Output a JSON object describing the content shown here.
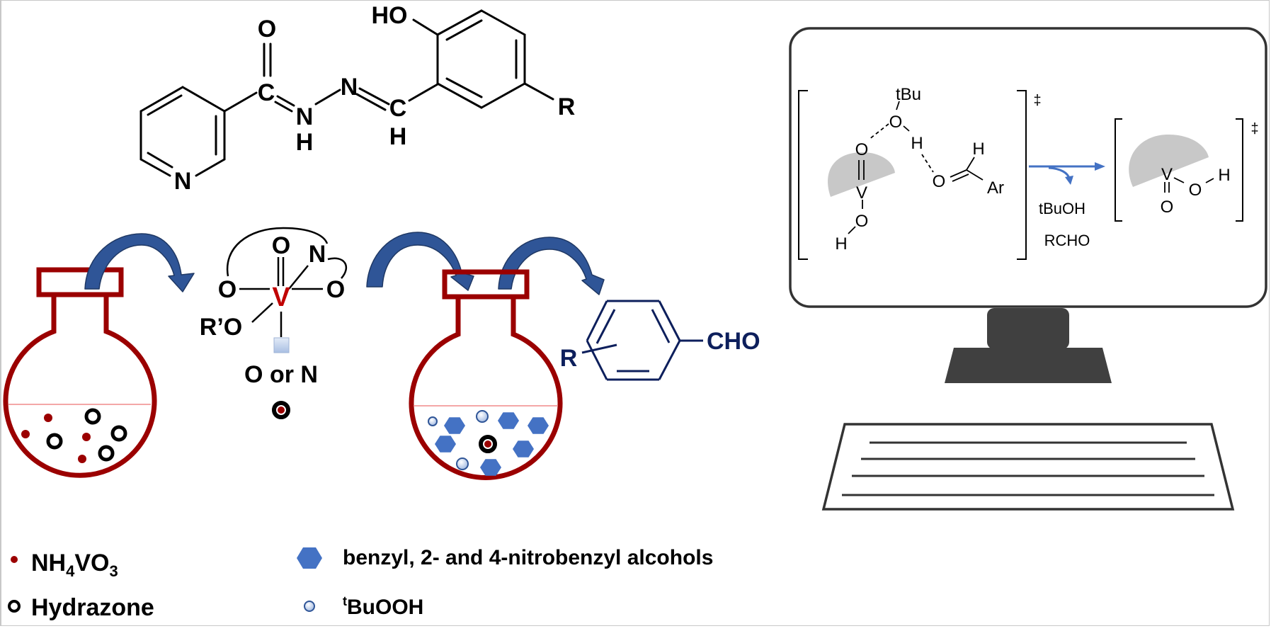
{
  "figure": {
    "title": "Vanadium–hydrazone catalysed oxidation of benzyl alcohols",
    "colors": {
      "flask": "#9b0000",
      "arrow_fill": "#2f5597",
      "arrow_stroke": "#1f3864",
      "product": "#0d1f5c",
      "alcohol_hex": "#4472c4",
      "peroxide_fill": "#bdd0ee",
      "vanadium": "#c00000",
      "monitor": "#333333",
      "screen_arrow": "#4472c4",
      "shade": "#c8c8c8"
    }
  },
  "hydrazone": {
    "O_carbonyl": "O",
    "C_carbonyl": "C",
    "N_amide": "N",
    "H_amide": "H",
    "N_imine": "N",
    "C_imine": "C",
    "H_imine": "H",
    "HO": "HO",
    "R": "R",
    "N_pyridine": "N"
  },
  "complex": {
    "O_top": "O",
    "N": "N",
    "O_left": "O",
    "O_right": "O",
    "V": "V",
    "RO": "R’O",
    "vacant_label": "O or N"
  },
  "product": {
    "R": "R",
    "CHO": "CHO"
  },
  "screen": {
    "ts1": {
      "tBu": "tBu",
      "O_peroxo": "O",
      "H_transfer": "H",
      "O_oxo": "O",
      "V": "V",
      "O_hydroxo": "O",
      "H_hydroxo": "H",
      "O_carbonyl": "O",
      "H_ald": "H",
      "Ar": "Ar",
      "dagger": "‡"
    },
    "reaction": {
      "byproduct_1": "tBuOH",
      "byproduct_2": "RCHO"
    },
    "ts2": {
      "V": "V",
      "O_oxo": "O",
      "O_hydroxo": "O",
      "H": "H",
      "dagger": "‡"
    }
  },
  "legend": {
    "items": [
      {
        "symbol": "red-dot",
        "label_main": "NH",
        "sub1": "4",
        "label_mid": "VO",
        "sub2": "3"
      },
      {
        "symbol": "black-ring",
        "label": "Hydrazone"
      },
      {
        "symbol": "blue-hexagon",
        "label": "benzyl, 2- and 4-nitrobenzyl alcohols"
      },
      {
        "symbol": "light-blue-circle",
        "sup": "t",
        "label": "BuOOH"
      }
    ]
  }
}
